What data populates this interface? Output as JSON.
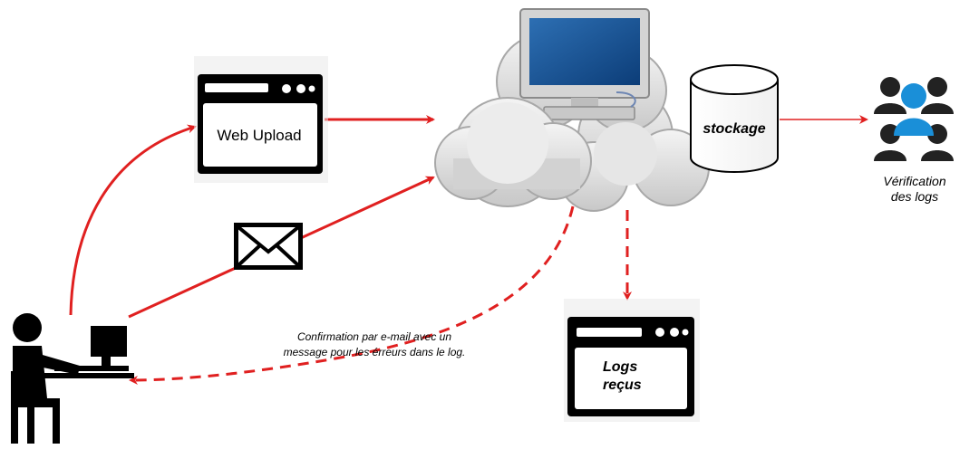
{
  "labels": {
    "web_upload": "Web Upload",
    "stockage": "stockage",
    "logs_recus": [
      "Logs",
      "reçus"
    ],
    "verification": [
      "Vérification",
      "des logs"
    ],
    "confirmation": [
      "Confirmation par e-mail avec un",
      "message pour les érreurs dans le log."
    ]
  },
  "icons": {
    "user": "user-at-computer-icon",
    "envelope": "envelope-icon",
    "cloud": "cloud-icon",
    "server_computer": "computer-monitor-icon",
    "database": "database-cylinder-icon",
    "team": "team-users-icon",
    "browser_upload": "browser-window-icon",
    "browser_logs": "browser-window-icon"
  },
  "colors": {
    "arrow": "#e02020",
    "highlight_user": "#1a8fd8"
  }
}
